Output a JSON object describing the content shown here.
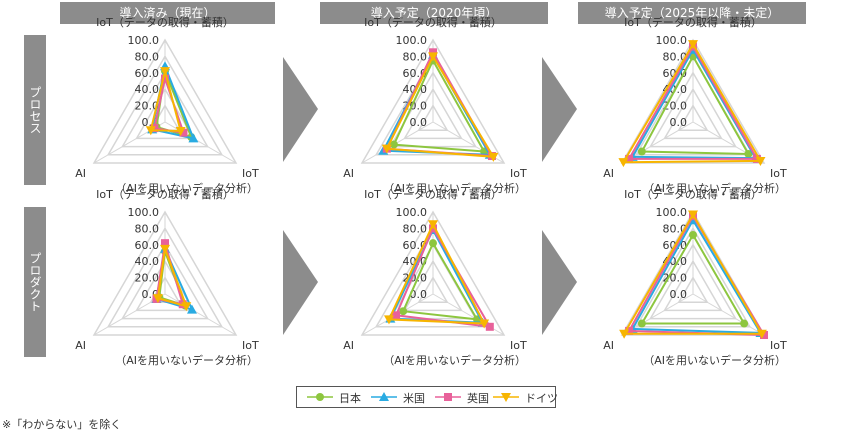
{
  "headers": [
    "導入済み（現在）",
    "導入予定（2020年頃）",
    "導入予定（2025年以降・未定）"
  ],
  "row_labels": [
    "プロセス",
    "プロダクト"
  ],
  "footnote": "※「わからない」を除く",
  "colors": {
    "日本": "#8dc63f",
    "米国": "#29abe2",
    "英国": "#e8619a",
    "ドイツ": "#f7b500"
  },
  "chart_data": [
    {
      "type": "radar",
      "panel": "プロセス / 導入済み（現在）",
      "axes": [
        "IoT（データの取得・蓄積）",
        "IoT（AIを用いないデータ分析）",
        "AI"
      ],
      "tick_labels": [
        "0.0",
        "20.0",
        "40.0",
        "60.0",
        "80.0",
        "100.0"
      ],
      "range": [
        0,
        100
      ],
      "series": [
        {
          "name": "日本",
          "values": [
            62,
            37,
            12
          ]
        },
        {
          "name": "米国",
          "values": [
            68,
            40,
            18
          ]
        },
        {
          "name": "英国",
          "values": [
            53,
            26,
            15
          ]
        },
        {
          "name": "ドイツ",
          "values": [
            62,
            22,
            20
          ]
        }
      ]
    },
    {
      "type": "radar",
      "panel": "プロセス / 導入予定（2020年頃）",
      "axes": [
        "IoT（データの取得・蓄積）",
        "IoT（AIを用いないデータ分析）",
        "AI"
      ],
      "tick_labels": [
        "0.0",
        "20.0",
        "40.0",
        "60.0",
        "80.0",
        "100.0"
      ],
      "range": [
        0,
        100
      ],
      "series": [
        {
          "name": "日本",
          "values": [
            75,
            72,
            55
          ]
        },
        {
          "name": "米国",
          "values": [
            82,
            80,
            70
          ]
        },
        {
          "name": "英国",
          "values": [
            85,
            83,
            65
          ]
        },
        {
          "name": "ドイツ",
          "values": [
            80,
            85,
            65
          ]
        }
      ]
    },
    {
      "type": "radar",
      "panel": "プロセス / 導入予定（2025年以降・未定）",
      "axes": [
        "IoT（データの取得・蓄積）",
        "IoT（AIを用いないデータ分析）",
        "AI"
      ],
      "tick_labels": [
        "0.0",
        "20.0",
        "40.0",
        "60.0",
        "80.0",
        "100.0"
      ],
      "range": [
        0,
        100
      ],
      "series": [
        {
          "name": "日本",
          "values": [
            80,
            78,
            72
          ]
        },
        {
          "name": "米国",
          "values": [
            88,
            88,
            85
          ]
        },
        {
          "name": "英国",
          "values": [
            92,
            90,
            90
          ]
        },
        {
          "name": "ドイツ",
          "values": [
            95,
            95,
            98
          ]
        }
      ]
    },
    {
      "type": "radar",
      "panel": "プロダクト / 導入済み（現在）",
      "axes": [
        "IoT（データの取得・蓄積）",
        "IoT（AIを用いないデータ分析）",
        "AI"
      ],
      "tick_labels": [
        "0.0",
        "20.0",
        "40.0",
        "60.0",
        "80.0",
        "100.0"
      ],
      "range": [
        0,
        100
      ],
      "series": [
        {
          "name": "日本",
          "values": [
            52,
            28,
            8
          ]
        },
        {
          "name": "米国",
          "values": [
            55,
            38,
            12
          ]
        },
        {
          "name": "英国",
          "values": [
            62,
            25,
            12
          ]
        },
        {
          "name": "ドイツ",
          "values": [
            55,
            30,
            10
          ]
        }
      ]
    },
    {
      "type": "radar",
      "panel": "プロダクト / 導入予定（2020年頃）",
      "axes": [
        "IoT（データの取得・蓄積）",
        "IoT（AIを用いないデータ分析）",
        "AI"
      ],
      "tick_labels": [
        "0.0",
        "20.0",
        "40.0",
        "60.0",
        "80.0",
        "100.0"
      ],
      "range": [
        0,
        100
      ],
      "series": [
        {
          "name": "日本",
          "values": [
            62,
            62,
            42
          ]
        },
        {
          "name": "米国",
          "values": [
            78,
            70,
            60
          ]
        },
        {
          "name": "英国",
          "values": [
            80,
            80,
            52
          ]
        },
        {
          "name": "ドイツ",
          "values": [
            85,
            72,
            62
          ]
        }
      ]
    },
    {
      "type": "radar",
      "panel": "プロダクト / 導入予定（2025年以降・未定）",
      "axes": [
        "IoT（データの取得・蓄積）",
        "IoT（AIを用いないデータ分析）",
        "AI"
      ],
      "tick_labels": [
        "0.0",
        "20.0",
        "40.0",
        "60.0",
        "80.0",
        "100.0"
      ],
      "range": [
        0,
        100
      ],
      "series": [
        {
          "name": "日本",
          "values": [
            72,
            72,
            72
          ]
        },
        {
          "name": "米国",
          "values": [
            90,
            95,
            85
          ]
        },
        {
          "name": "英国",
          "values": [
            95,
            100,
            90
          ]
        },
        {
          "name": "ドイツ",
          "values": [
            97,
            97,
            97
          ]
        }
      ]
    }
  ]
}
